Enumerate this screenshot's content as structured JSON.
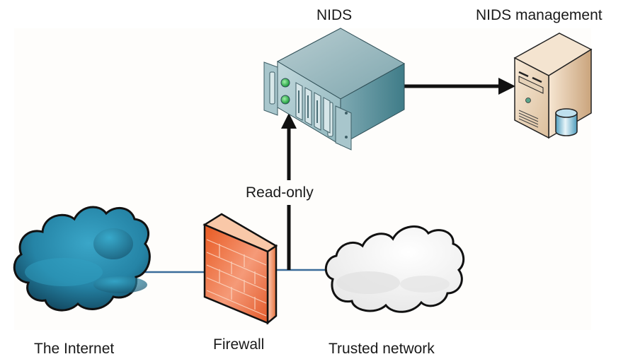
{
  "diagram": {
    "title": "NIDS placement behind firewall",
    "nodes": [
      {
        "id": "internet",
        "label": "The Internet",
        "icon": "cloud-icon",
        "color": "#2a86a8"
      },
      {
        "id": "firewall",
        "label": "Firewall",
        "icon": "firewall-icon",
        "color": "#ea6a32"
      },
      {
        "id": "trusted",
        "label": "Trusted network",
        "icon": "cloud-icon",
        "color": "#f2f2f2"
      },
      {
        "id": "nids",
        "label": "NIDS",
        "icon": "rack-server-icon",
        "color": "#6a9ca6"
      },
      {
        "id": "mgmt",
        "label": "NIDS management",
        "icon": "tower-server-database-icon",
        "color": "#e8cfae"
      }
    ],
    "edges": [
      {
        "from": "internet",
        "to": "firewall",
        "label": "",
        "style": "line",
        "color": "#3a6c9a"
      },
      {
        "from": "firewall",
        "to": "trusted",
        "label": "",
        "style": "line",
        "color": "#3a6c9a"
      },
      {
        "from": "firewall-trusted-link",
        "to": "nids",
        "label": "Read-only",
        "style": "arrow",
        "color": "#111111"
      },
      {
        "from": "nids",
        "to": "mgmt",
        "label": "",
        "style": "arrow",
        "color": "#111111"
      }
    ]
  }
}
